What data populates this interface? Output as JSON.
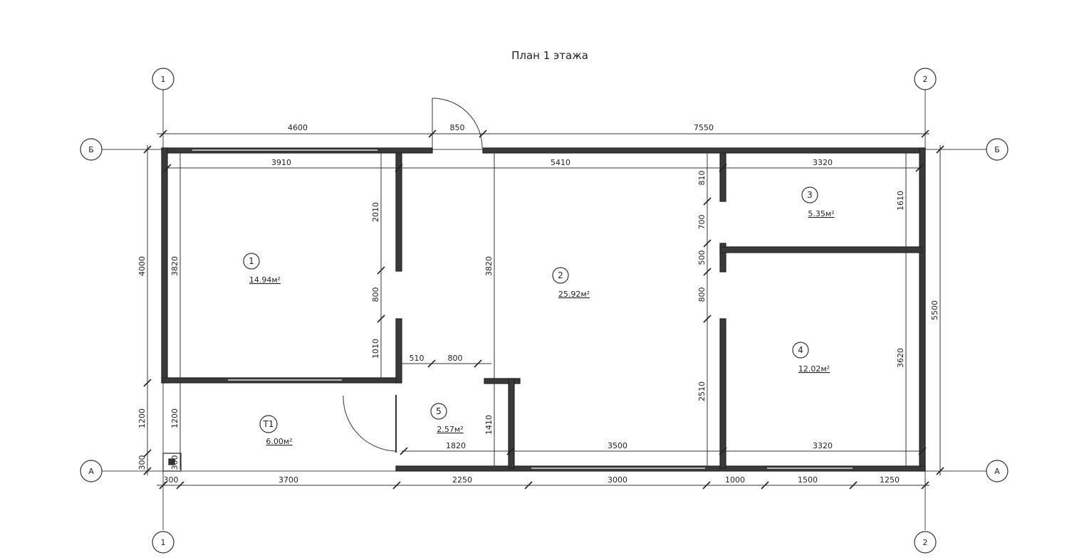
{
  "title": "План 1 этажа",
  "axes": {
    "col1": "1",
    "col2": "2",
    "rowB": "Б",
    "rowA": "А"
  },
  "rooms": [
    {
      "num": "1",
      "area": "14.94м²"
    },
    {
      "num": "2",
      "area": "25.92м²"
    },
    {
      "num": "3",
      "area": "5.35м²"
    },
    {
      "num": "4",
      "area": "12.02м²"
    },
    {
      "num": "5",
      "area": "2.57м²"
    },
    {
      "num": "Т1",
      "area": "6.00м²"
    }
  ],
  "dimensions": {
    "top_outer": [
      "4600",
      "850",
      "7550"
    ],
    "top_inner": [
      "3910",
      "5410",
      "3320"
    ],
    "left_outer": [
      "4000",
      "1200",
      "300"
    ],
    "left_inner": [
      "3820",
      "1200",
      "300"
    ],
    "right_outer": [
      "5500"
    ],
    "right_inner": [
      "1610",
      "3620"
    ],
    "wall1": [
      "2010",
      "800",
      "1010"
    ],
    "room2_height": "3820",
    "room5": [
      "510",
      "800",
      "1410"
    ],
    "bottom_inner": [
      "1820",
      "3500",
      "3320"
    ],
    "bottom_outer": [
      "300",
      "3700",
      "2250",
      "3000",
      "1000",
      "1500",
      "1250"
    ],
    "wall3": [
      "810",
      "700",
      "500",
      "800",
      "2510"
    ]
  },
  "colors": {
    "wall": "#3a3a3a",
    "line": "#333333",
    "background": "#ffffff"
  }
}
